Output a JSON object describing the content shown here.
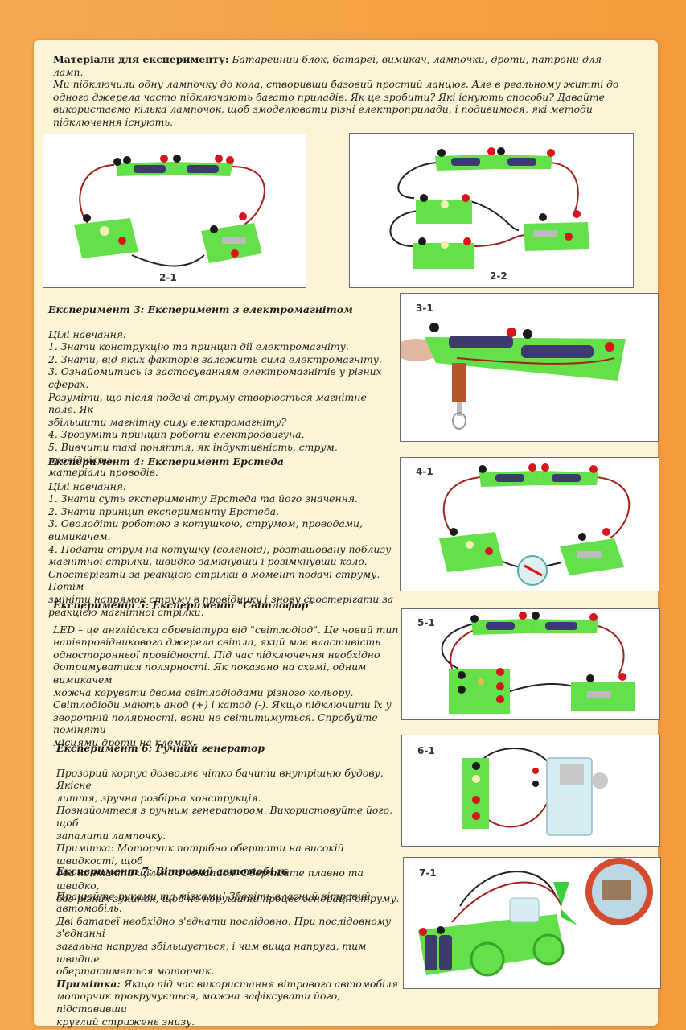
{
  "intro": {
    "materials_label": "Матеріали для експерименту:",
    "materials_text": " Батарейний блок, батареї, вимикач, лампочки, дроти, патрони для ламп.",
    "paragraph": "Ми підключили одну лампочку до кола, створивши базовий простий ланцюг. Але в реальному житті до одного джерела часто підключають багато приладів. Як це зробити? Які існують способи? Давайте використаємо кілька лампочок, щоб змоделювати різні електроприлади, і подивимося, які методи підключення існують."
  },
  "figures": {
    "f21": "2-1",
    "f22": "2-2",
    "f31": "3-1",
    "f41": "4-1",
    "f51": "5-1",
    "f61": "6-1",
    "f71": "7-1"
  },
  "exp3": {
    "title": "Експеримент 3: Експеримент з електромагнітом",
    "subtitle": "Цілі навчання:",
    "lines": [
      "1. Знати конструкцію та принцип дії електромагніту.",
      "2. Знати, від яких факторів залежить сила електромагніту.",
      "3. Ознайомитись із застосуванням електромагнітів у різних сферах.",
      "Розуміти, що після подачі струму створюється магнітне поле. Як",
      "збільшити магнітну силу електромагніту?",
      "4. Зрозуміти принцип роботи електродвигуна.",
      "5. Вивчити такі поняття, як індуктивність, струм, провідність,",
      "матеріали проводів."
    ]
  },
  "exp4": {
    "title": "Експеримент 4: Експеримент Ерстеда",
    "subtitle": "Цілі навчання:",
    "lines": [
      "1. Знати суть експерименту Ерстеда та його значення.",
      "2. Знати принцип експерименту Ерстеда.",
      "3. Оволодіти роботою з котушкою, струмом, проводами, вимикачем.",
      "4. Подати струм на котушку (соленоїд), розташовану поблизу",
      "магнітної стрілки, швидко замкнувши і розімкнувши коло.",
      "Спостерігати за реакцією стрілки в момент подачі струму. Потім",
      "змініти напрямок струму в провіднику і знову спостерігати за",
      "реакцією магнітної стрілки."
    ]
  },
  "exp5": {
    "title": "Експеримент 5: Експеримент \"Світлофор\"",
    "lines": [
      "LED – це англійська абревіатура від \"світлодіод\". Це новий тип",
      "напівпровідникового джерела світла, який має властивість",
      "односторонньої провідності. Під час підключення необхідно",
      "дотримуватися полярності. Як показано на схемі, одним вимикачем",
      "можна керувати двома світлодіодами різного кольору.",
      "Світлодіоди мають анод (+) і катод (-). Якщо підключити їх у",
      "зворотній полярності, вони не світитимуться. Спробуйте поміняти",
      "місцями дроти на клемах."
    ]
  },
  "exp6": {
    "title": "Експеримент 6: Ручний генератор",
    "lines": [
      "Прозорий корпус дозволяє чітко бачити внутрішню будову. Якісне",
      "лиття, зручна розбірна конструкція.",
      "Познайомтеся з ручним генератором. Використовуйте його, щоб",
      "запалити лампочку.",
      "Примітка: Моторчик потрібно обертати на високій швидкості, щоб",
      "два контакти щільно з'єдналися. Обертайте плавно та швидко,",
      "без різких зупинок, щоб не порушити процес генерації струму."
    ]
  },
  "exp7": {
    "title": "Експеримент 7: Вітровий автомобіль",
    "lines": [
      "Працюйте руками та мізками! Зберіть власний вітровий автомобіль.",
      "Дві батареї необхідно з'єднати послідовно. При послідовному з'єднанні",
      "загальна напруга збільшується, і чим вища напруга, тим швидше",
      "обертатиметься моторчик."
    ],
    "note_label": "Примітка:",
    "note_first": " Якщо під час використання вітрового автомобіля",
    "note_lines": [
      "моторчик прокручується, можна зафіксувати його, підставивши",
      "круглий стрижень знизу."
    ]
  },
  "colors": {
    "page_orange": "#f29b3c",
    "sheet": "#fcf4d6",
    "board_green": "#63e04a",
    "terminal_red": "#d8141c",
    "terminal_black": "#1a1a1a",
    "wire_red": "#a4221a"
  }
}
